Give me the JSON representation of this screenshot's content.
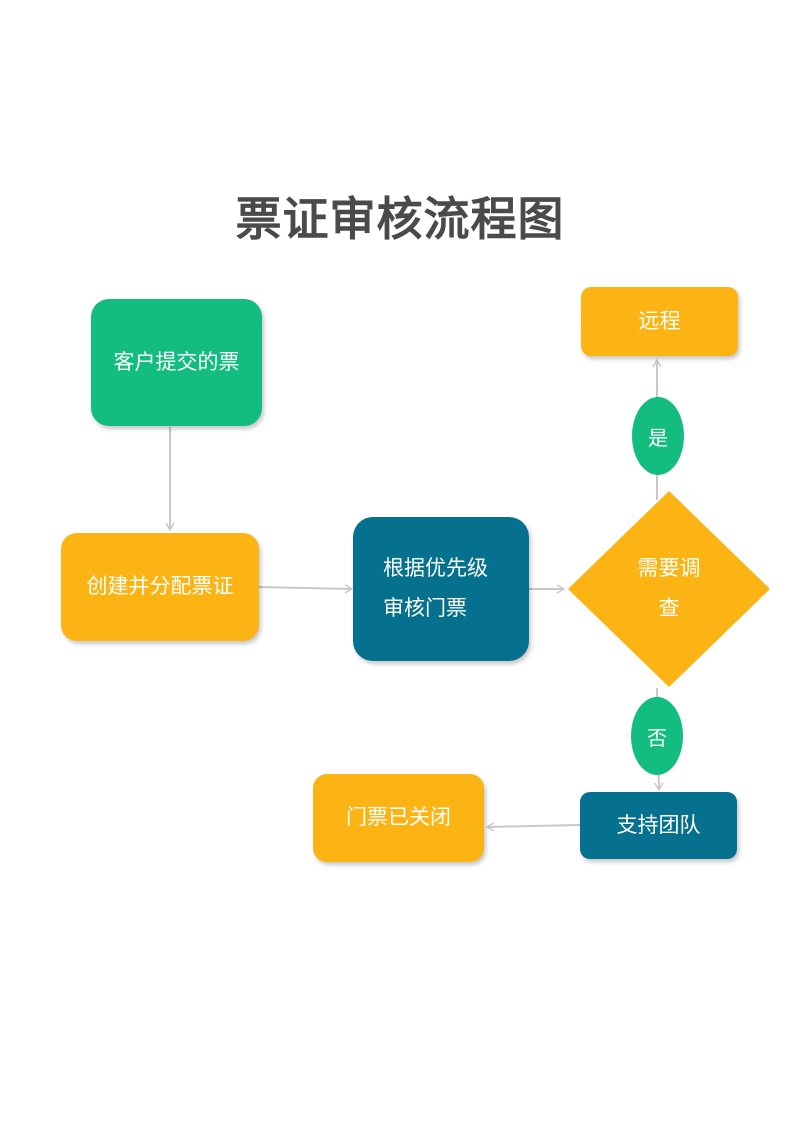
{
  "title": "票证审核流程图",
  "nodes": {
    "customer_ticket": "客户提交的票",
    "create_assign": "创建并分配票证",
    "review_line1": "根据优先级",
    "review_line2": "审核门票",
    "investigate_line1": "需要调",
    "investigate_line2": "查",
    "remote": "远程",
    "support_team": "支持团队",
    "ticket_closed": "门票已关闭"
  },
  "labels": {
    "yes": "是",
    "no": "否"
  },
  "colors": {
    "green": "#13bd80",
    "orange": "#fbb413",
    "teal": "#05718e",
    "connector": "#c8c8c8",
    "title": "#4a4a4a"
  }
}
